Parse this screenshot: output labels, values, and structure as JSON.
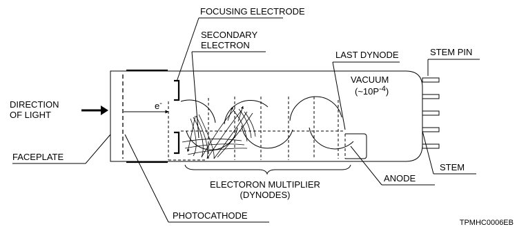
{
  "labels": {
    "focusing_electrode": "FOCUSING ELECTRODE",
    "secondary_electron_line1": "SECONDARY",
    "secondary_electron_line2": "ELECTRON",
    "last_dynode": "LAST DYNODE",
    "stem_pin": "STEM PIN",
    "vacuum_line1": "VACUUM",
    "vacuum_line2_prefix": "(~10P",
    "vacuum_line2_exp": "-4",
    "vacuum_line2_suffix": ")",
    "direction_line1": "DIRECTION",
    "direction_line2": "OF LIGHT",
    "electron_symbol": "e",
    "electron_charge": "-",
    "faceplate": "FACEPLATE",
    "stem": "STEM",
    "multiplier_line1": "ELECTORON MULTIPLIER",
    "multiplier_line2": "(DYNODES)",
    "anode": "ANODE",
    "photocathode": "PHOTOCATHODE",
    "figure_code": "TPMHC0006EB"
  },
  "colors": {
    "line": "#000000",
    "background": "#ffffff"
  }
}
